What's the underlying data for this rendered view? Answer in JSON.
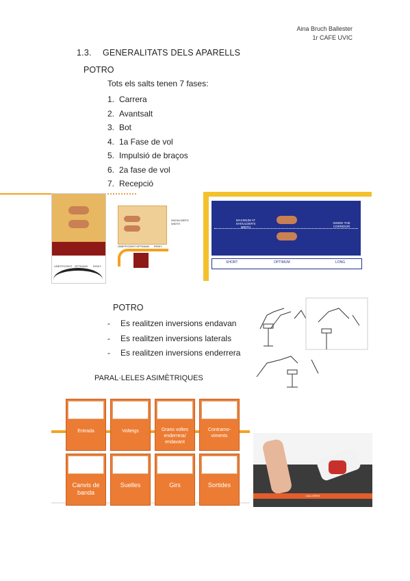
{
  "author": {
    "name": "Aina Bruch Ballester",
    "course": "1r CAFE UVIC"
  },
  "section": {
    "number": "1.3.",
    "title": "GENERALITATS DELS APARELLS"
  },
  "subsection": "POTRO",
  "intro": "Tots els salts tenen 7 fases:",
  "phases": [
    {
      "n": "1.",
      "label": "Carrera"
    },
    {
      "n": "2.",
      "label": "Avantsalt"
    },
    {
      "n": "3.",
      "label": "Bot"
    },
    {
      "n": "4.",
      "label": "1a Fase de vol"
    },
    {
      "n": "5.",
      "label": "Impulsió de braços"
    },
    {
      "n": "6.",
      "label": "2a fase de vol"
    },
    {
      "n": "7.",
      "label": "Recepció"
    }
  ],
  "fig1": {
    "labels": [
      "UNEFFICIENT",
      "OPTIMUM",
      "RISKY"
    ]
  },
  "fig2": {
    "labels": [
      "UNEFFICIENT",
      "OPTIMUM",
      "RISKY"
    ],
    "side": "SHOULDER'S WIDTH"
  },
  "fig3": {
    "left_text": "MAXIMUM AT SHOULDER'S WIDTH",
    "right_text": "INSIDE THE CORRIDOR",
    "zones": [
      "SHORT",
      "OPTIMUM",
      "LONG"
    ]
  },
  "potro2": {
    "title": "POTRO",
    "bullets": [
      {
        "dash": "-",
        "text": "Es realitzen inversions endavan"
      },
      {
        "dash": "-",
        "text": "Es realitzen inversions laterals"
      },
      {
        "dash": "-",
        "text": "Es realitzen inversions enderrera"
      }
    ]
  },
  "asymmetric": {
    "title": "PARAL·LELES ASIMÈTRIQUES",
    "cards": [
      {
        "label": "Entrada"
      },
      {
        "label": "Volteigs"
      },
      {
        "label": "Grans voltes enderrera/ endavant"
      },
      {
        "label": "Contramo-viments"
      },
      {
        "label": "Canvis de banda"
      },
      {
        "label": "Suelles"
      },
      {
        "label": "Girs"
      },
      {
        "label": "Sortides"
      }
    ]
  },
  "photo": {
    "caption": "CALLERES"
  },
  "colors": {
    "accent": "#f3a21f",
    "card": "#ec7c33",
    "blue": "#22318e",
    "red": "#8e1a17"
  }
}
